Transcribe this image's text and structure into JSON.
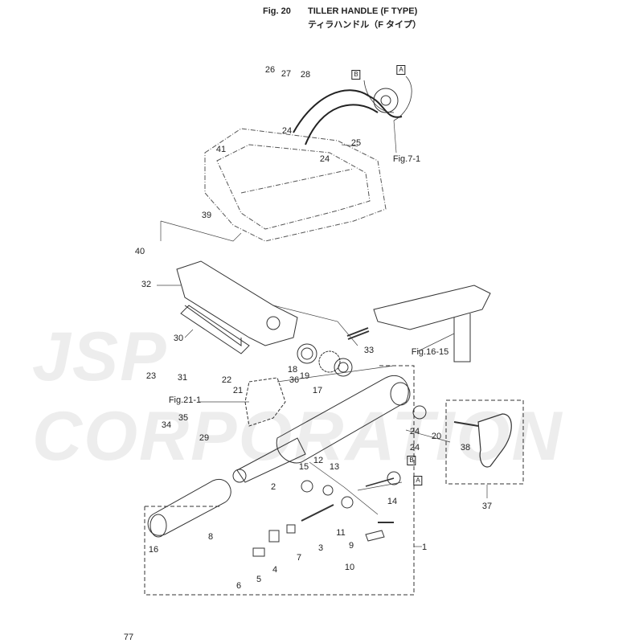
{
  "header": {
    "fig_number": "Fig. 20",
    "title_en": "TILLER HANDLE (F TYPE)",
    "title_jp": "ティラハンドル（F タイプ）"
  },
  "watermark": "JSP CORPORATION",
  "page_number": "77",
  "callouts": [
    "26",
    "27",
    "28",
    "24",
    "24",
    "25",
    "B",
    "A",
    "Fig.7-1",
    "41",
    "39",
    "40",
    "32",
    "30",
    "33",
    "Fig.16-15",
    "23",
    "31",
    "22",
    "18",
    "36",
    "19",
    "21",
    "17",
    "Fig.21-1",
    "34",
    "35",
    "29",
    "20",
    "24",
    "24",
    "38",
    "15",
    "12",
    "13",
    "B",
    "A",
    "2",
    "37",
    "14",
    "11",
    "8",
    "16",
    "3",
    "9",
    "1",
    "7",
    "4",
    "5",
    "6",
    "10"
  ]
}
